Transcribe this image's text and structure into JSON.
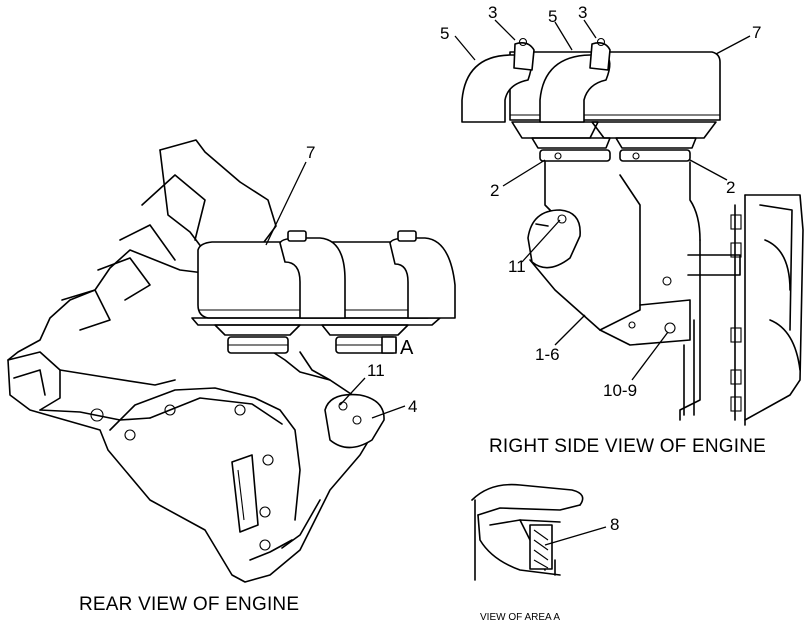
{
  "captions": {
    "rear_view": "REAR VIEW OF ENGINE",
    "right_side_view": "RIGHT SIDE VIEW OF ENGINE",
    "detail_view": "VIEW OF AREA A"
  },
  "rear_view_callouts": {
    "c7": "7",
    "c11": "11",
    "c4": "4",
    "area_marker": "A"
  },
  "right_view_callouts": {
    "c5_left": "5",
    "c3_left": "3",
    "c5_right": "5",
    "c3_right": "3",
    "c7": "7",
    "c2_left": "2",
    "c2_right": "2",
    "c11": "11",
    "c1_6": "1-6",
    "c10_9": "10-9"
  },
  "detail_callouts": {
    "c8": "8"
  }
}
